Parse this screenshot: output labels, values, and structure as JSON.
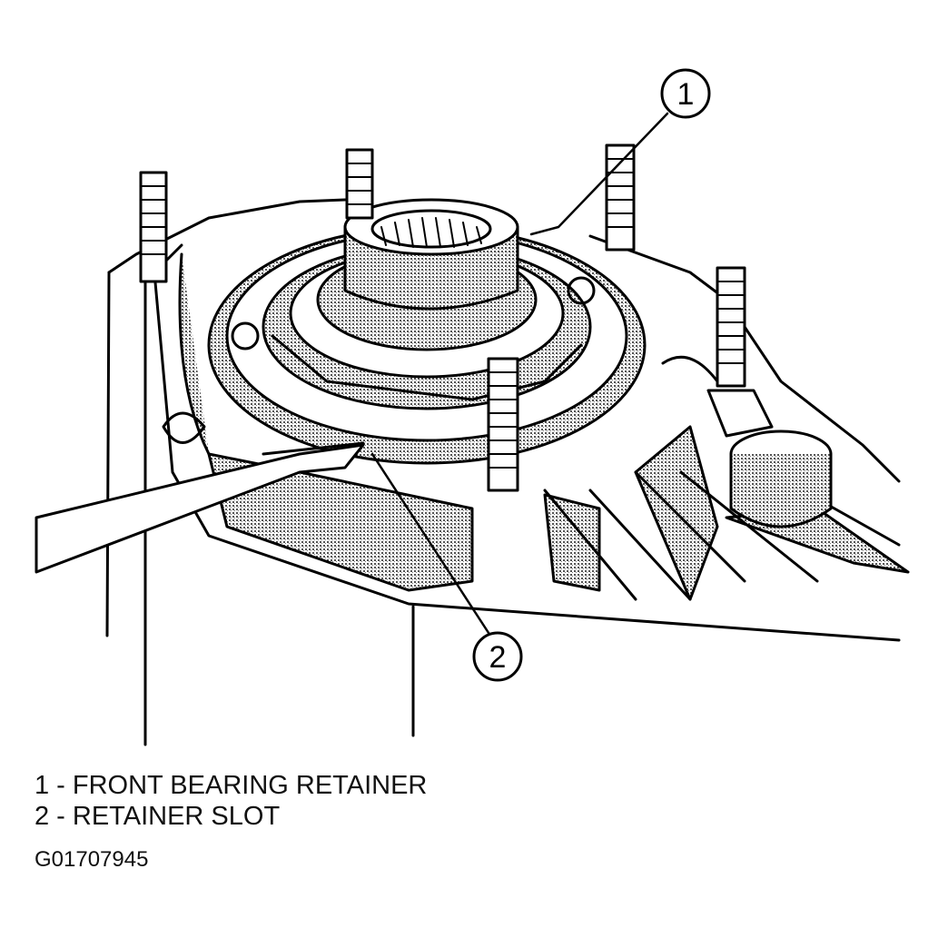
{
  "callouts": [
    {
      "id": "1",
      "text": "1"
    },
    {
      "id": "2",
      "text": "2"
    }
  ],
  "legend": [
    {
      "text": "1 - FRONT BEARING RETAINER"
    },
    {
      "text": "2 - RETAINER SLOT"
    }
  ],
  "figure_id": "G01707945",
  "colors": {
    "ink": "#000000",
    "shade": "#a8a8a8",
    "paper": "#ffffff"
  }
}
